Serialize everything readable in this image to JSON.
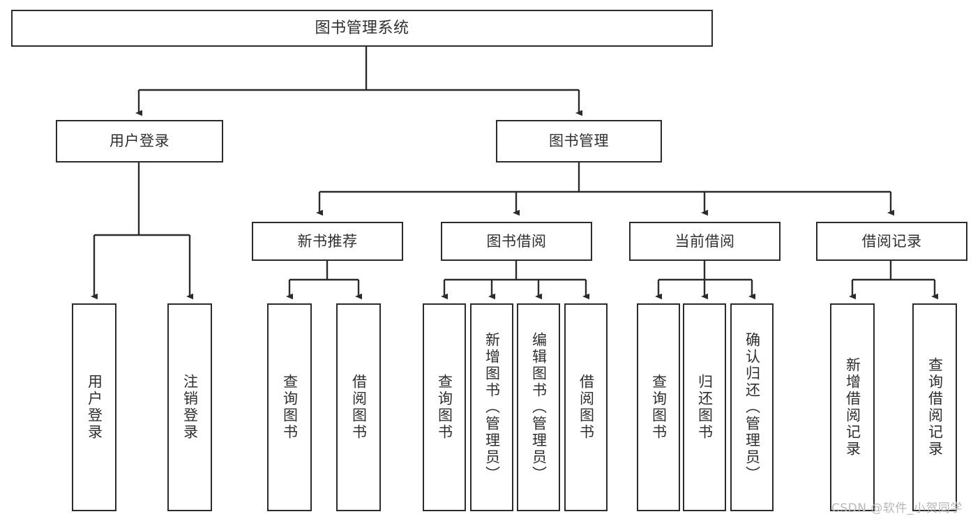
{
  "diagram": {
    "title": "图书管理系统",
    "style": {
      "box_border_color": "#2b2b2b",
      "box_fill_color": "#ffffff",
      "text_color": "#2f2f2f",
      "connector_color": "#2b2b2b",
      "background_color": "#ffffff",
      "watermark_color": "#b8b8b8"
    },
    "root": {
      "label": "图书管理系统"
    },
    "level2": [
      {
        "label": "用户登录"
      },
      {
        "label": "图书管理"
      }
    ],
    "level3": [
      {
        "label": "新书推荐"
      },
      {
        "label": "图书借阅"
      },
      {
        "label": "当前借阅"
      },
      {
        "label": "借阅记录"
      }
    ],
    "leaves": {
      "user_login": [
        {
          "label": "用户登录"
        },
        {
          "label": "注销登录"
        }
      ],
      "new_book_recommend": [
        {
          "label": "查询图书"
        },
        {
          "label": "借阅图书"
        }
      ],
      "book_borrow": [
        {
          "label": "查询图书"
        },
        {
          "label": "新增图书（管理员）"
        },
        {
          "label": "编辑图书（管理员）"
        },
        {
          "label": "借阅图书"
        }
      ],
      "current_borrow": [
        {
          "label": "查询图书"
        },
        {
          "label": "归还图书"
        },
        {
          "label": "确认归还（管理员）"
        }
      ],
      "borrow_record": [
        {
          "label": "新增借阅记录"
        },
        {
          "label": "查询借阅记录"
        }
      ]
    }
  },
  "watermark": {
    "text": "CSDN @软件_小贺同学"
  }
}
